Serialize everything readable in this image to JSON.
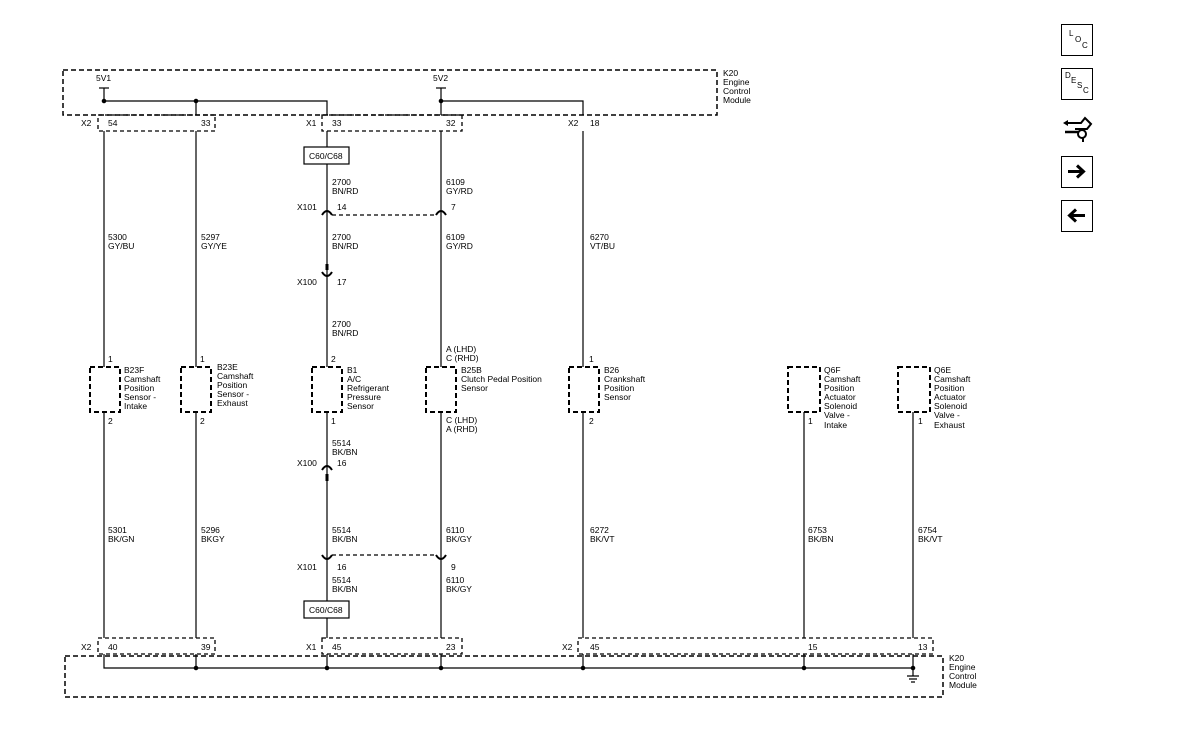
{
  "module": {
    "name": "K20",
    "description": [
      "Engine",
      "Control",
      "Module"
    ]
  },
  "supplies": {
    "v1": "5V1",
    "v2": "5V2"
  },
  "connectors": {
    "x1": "X1",
    "x2": "X2",
    "x100": "X100",
    "x101": "X101",
    "c60": "C60/C68"
  },
  "pins": {
    "top": {
      "p54": "54",
      "p33a": "33",
      "p33b": "33",
      "p32": "32",
      "p18": "18"
    },
    "bottom": {
      "p40": "40",
      "p39": "39",
      "p45a": "45",
      "p23": "23",
      "p45b": "45",
      "p15": "15",
      "p13": "13"
    },
    "x101_14": "14",
    "x101_7": "7",
    "x100_17": "17",
    "x100_16": "16",
    "x101_16": "16",
    "x101_9": "9"
  },
  "wires": {
    "w5300": {
      "num": "5300",
      "color": "GY/BU"
    },
    "w5297": {
      "num": "5297",
      "color": "GY/YE"
    },
    "w2700a": {
      "num": "2700",
      "color": "BN/RD"
    },
    "w2700b": {
      "num": "2700",
      "color": "BN/RD"
    },
    "w2700c": {
      "num": "2700",
      "color": "BN/RD"
    },
    "w6109a": {
      "num": "6109",
      "color": "GY/RD"
    },
    "w6109b": {
      "num": "6109",
      "color": "GY/RD"
    },
    "w6270": {
      "num": "6270",
      "color": "VT/BU"
    },
    "w5301": {
      "num": "5301",
      "color": "BK/GN"
    },
    "w5296": {
      "num": "5296",
      "color": "BKGY"
    },
    "w5514a": {
      "num": "5514",
      "color": "BK/BN"
    },
    "w5514b": {
      "num": "5514",
      "color": "BK/BN"
    },
    "w5514c": {
      "num": "5514",
      "color": "BK/BN"
    },
    "w6110a": {
      "num": "6110",
      "color": "BK/GY"
    },
    "w6110b": {
      "num": "6110",
      "color": "BK/GY"
    },
    "w6272": {
      "num": "6272",
      "color": "BK/VT"
    },
    "w6753": {
      "num": "6753",
      "color": "BK/BN"
    },
    "w6754": {
      "num": "6754",
      "color": "BK/VT"
    }
  },
  "components": {
    "b23f": {
      "id": "B23F",
      "desc": [
        "Camshaft",
        "Position",
        "Sensor -",
        "Intake"
      ],
      "pin_top": "1",
      "pin_bottom": "2"
    },
    "b23e": {
      "id": "B23E",
      "desc": [
        "Camshaft",
        "Position",
        "Sensor -",
        "Exhaust"
      ],
      "pin_top": "1",
      "pin_bottom": "2"
    },
    "b1": {
      "id": "B1",
      "desc": [
        "A/C",
        "Refrigerant",
        "Pressure",
        "Sensor"
      ],
      "pin_top": "2",
      "pin_bottom": "1"
    },
    "b25b": {
      "id": "B25B",
      "desc": [
        "Clutch Pedal Position",
        "Sensor"
      ],
      "pin_top": [
        "A  (LHD)",
        "C  (RHD)"
      ],
      "pin_bottom": [
        "C  (LHD)",
        "A  (RHD)"
      ]
    },
    "b26": {
      "id": "B26",
      "desc": [
        "Crankshaft",
        "Position",
        "Sensor"
      ],
      "pin_top": "1",
      "pin_bottom": "2"
    },
    "q6f": {
      "id": "Q6F",
      "desc": [
        "Camshaft",
        "Position",
        "Actuator",
        "Solenoid",
        "Valve -",
        "Intake"
      ],
      "pin": "1"
    },
    "q6e": {
      "id": "Q6E",
      "desc": [
        "Camshaft",
        "Position",
        "Actuator",
        "Solenoid",
        "Valve -",
        "Exhaust"
      ],
      "pin": "1"
    }
  },
  "toolbar": {
    "loc": [
      "L",
      "O",
      "C"
    ],
    "desc": [
      "D",
      "E",
      "S",
      "C"
    ],
    "icons": [
      "connector-wrench-icon",
      "arrow-right-icon",
      "arrow-left-icon"
    ]
  }
}
